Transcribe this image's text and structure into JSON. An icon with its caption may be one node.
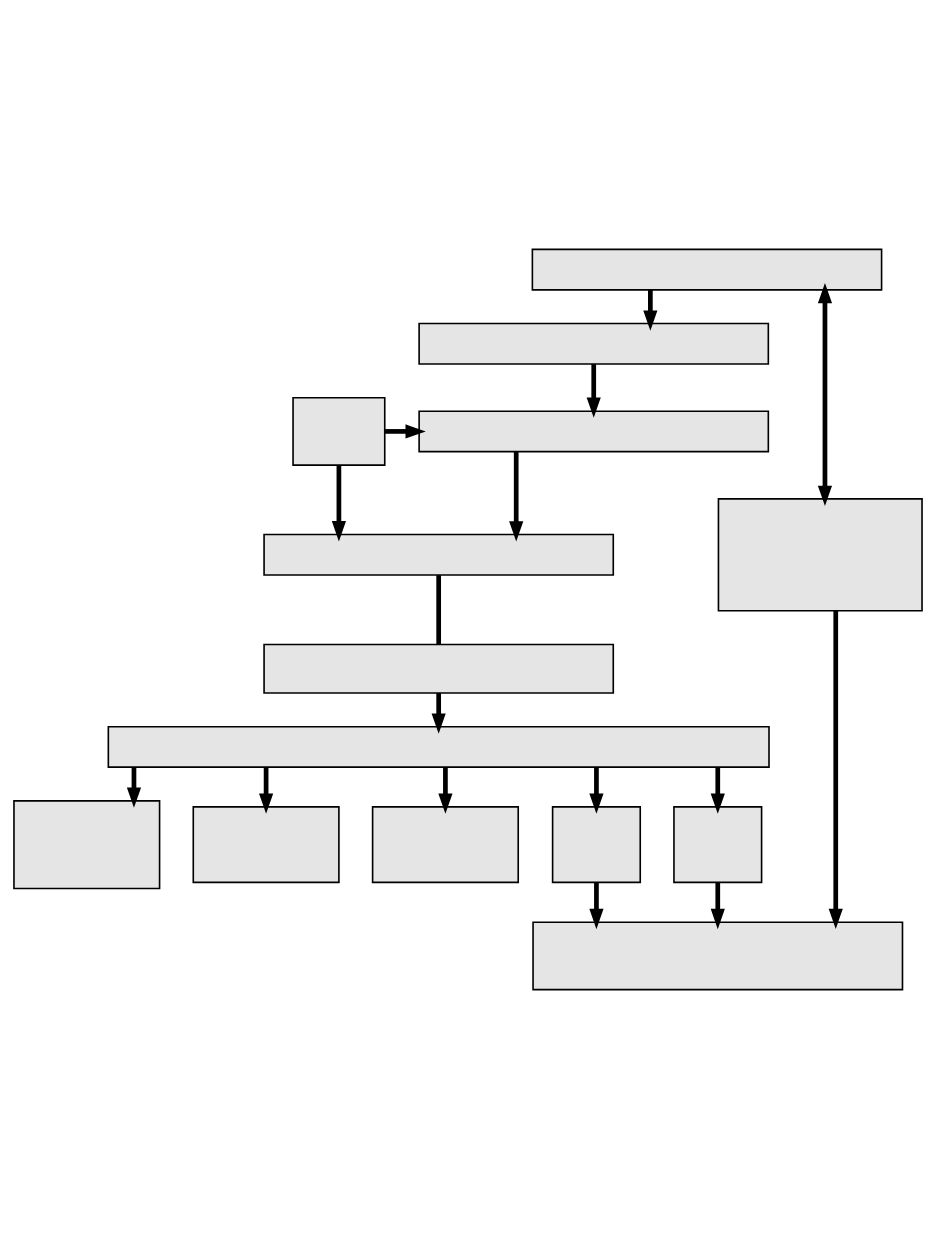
{
  "diagram": {
    "nodes": [
      {
        "text": [],
        "shape": "box"
      },
      {
        "text": [],
        "shape": "box"
      },
      {
        "text": [],
        "shape": "box"
      },
      {
        "text": [],
        "shape": "box"
      },
      {
        "text": [],
        "shape": "box"
      },
      {
        "text": [],
        "shape": "box"
      },
      {
        "text": [],
        "shape": "box"
      },
      {
        "text": [],
        "shape": "box"
      },
      {
        "text": [],
        "shape": "box"
      },
      {
        "text": [],
        "shape": "box"
      },
      {
        "text": [],
        "shape": "box"
      },
      {
        "text": [],
        "shape": "box"
      },
      {
        "text": [],
        "shape": "box"
      },
      {
        "text": [],
        "shape": "box"
      }
    ],
    "edges": [
      {
        "from": 0,
        "to": 1,
        "arrow": "to"
      },
      {
        "from": 1,
        "to": 3,
        "arrow": "to"
      },
      {
        "from": 2,
        "to": 3,
        "arrow": "to"
      },
      {
        "from": 0,
        "to": 4,
        "arrow": "both"
      },
      {
        "from": 3,
        "to": 5,
        "arrow": "to"
      },
      {
        "from": 2,
        "to": 5,
        "arrow": "to"
      },
      {
        "from": 5,
        "to": 6,
        "arrow": "none"
      },
      {
        "from": 6,
        "to": 7,
        "arrow": "to"
      },
      {
        "from": 7,
        "to": 8,
        "arrow": "to"
      },
      {
        "from": 7,
        "to": 9,
        "arrow": "to"
      },
      {
        "from": 7,
        "to": 10,
        "arrow": "to"
      },
      {
        "from": 7,
        "to": 11,
        "arrow": "to"
      },
      {
        "from": 7,
        "to": 12,
        "arrow": "to"
      },
      {
        "from": 11,
        "to": 13,
        "arrow": "to"
      },
      {
        "from": 12,
        "to": 13,
        "arrow": "to"
      },
      {
        "from": 4,
        "to": 13,
        "arrow": "to"
      }
    ]
  }
}
